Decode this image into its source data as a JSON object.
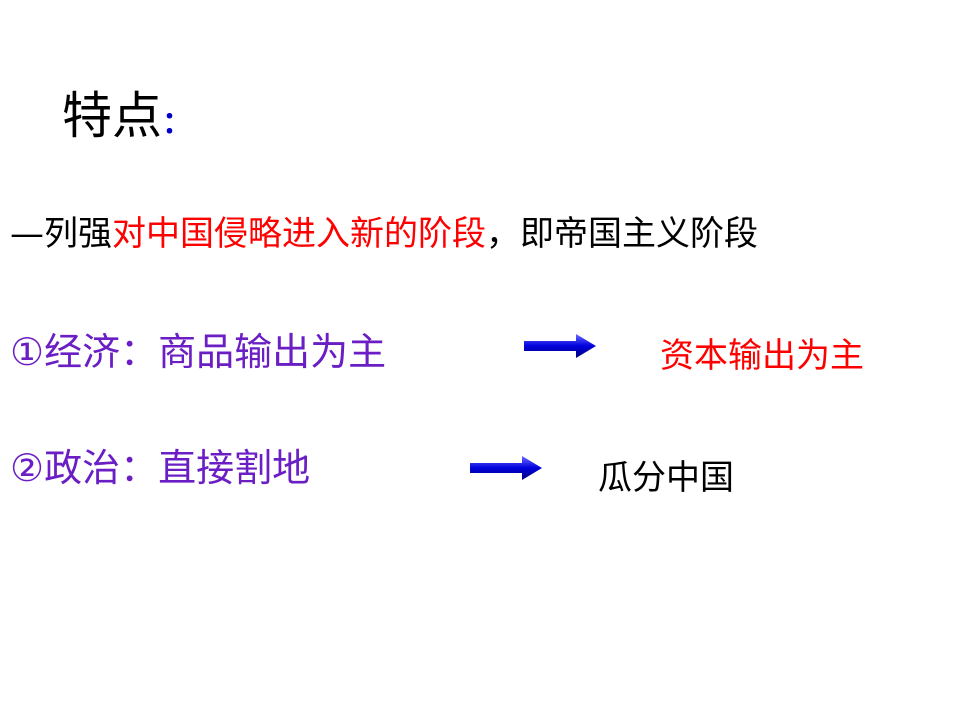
{
  "title": {
    "text": "特点",
    "colon": "："
  },
  "intro": {
    "prefix": "—列强",
    "highlight": "对中国侵略进入新的阶段",
    "suffix": "，即帝国主义阶段"
  },
  "items": [
    {
      "label": "①经济：商品输出为主",
      "result": "资本输出为主"
    },
    {
      "label": "②政治：直接割地",
      "result": "瓜分中国"
    }
  ],
  "colors": {
    "red": "#ff0000",
    "purple": "#6a1ec4",
    "arrow_blue": "#0000dd"
  },
  "icons": {
    "arrow": "right-arrow-icon"
  }
}
